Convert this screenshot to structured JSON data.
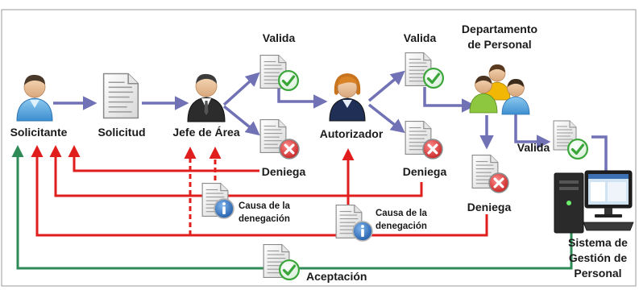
{
  "nodes": {
    "solicitante": "Solicitante",
    "solicitud": "Solicitud",
    "jefe": "Jefe de Área",
    "autorizador": "Autorizador",
    "departamento": [
      "Departamento",
      "de Personal"
    ],
    "sistema": [
      "Sistema de",
      "Gestión de",
      "Personal"
    ]
  },
  "labels": {
    "valida_1": "Valida",
    "valida_2": "Valida",
    "valida_3": "Valida",
    "deniega_1": "Deniega",
    "deniega_2": "Deniega",
    "deniega_3": "Deniega",
    "causa_1": [
      "Causa de la",
      "denegación"
    ],
    "causa_2": [
      "Causa de la",
      "denegación"
    ],
    "aceptacion": "Aceptación"
  },
  "icons": {
    "person": "person-icon",
    "manager": "manager-icon",
    "authorizer": "woman-icon",
    "group": "people-group-icon",
    "document": "document-icon",
    "check": "check-icon",
    "cross": "cross-icon",
    "info": "info-icon",
    "computer": "computer-icon"
  },
  "colors": {
    "flow_arrow": "#7171b5",
    "deny_arrow": "#e01e1e",
    "accept_arrow": "#2e8b57",
    "frame": "#9a9a9a",
    "check": "#3aa63a",
    "cross": "#d93030",
    "info": "#2563b0"
  }
}
